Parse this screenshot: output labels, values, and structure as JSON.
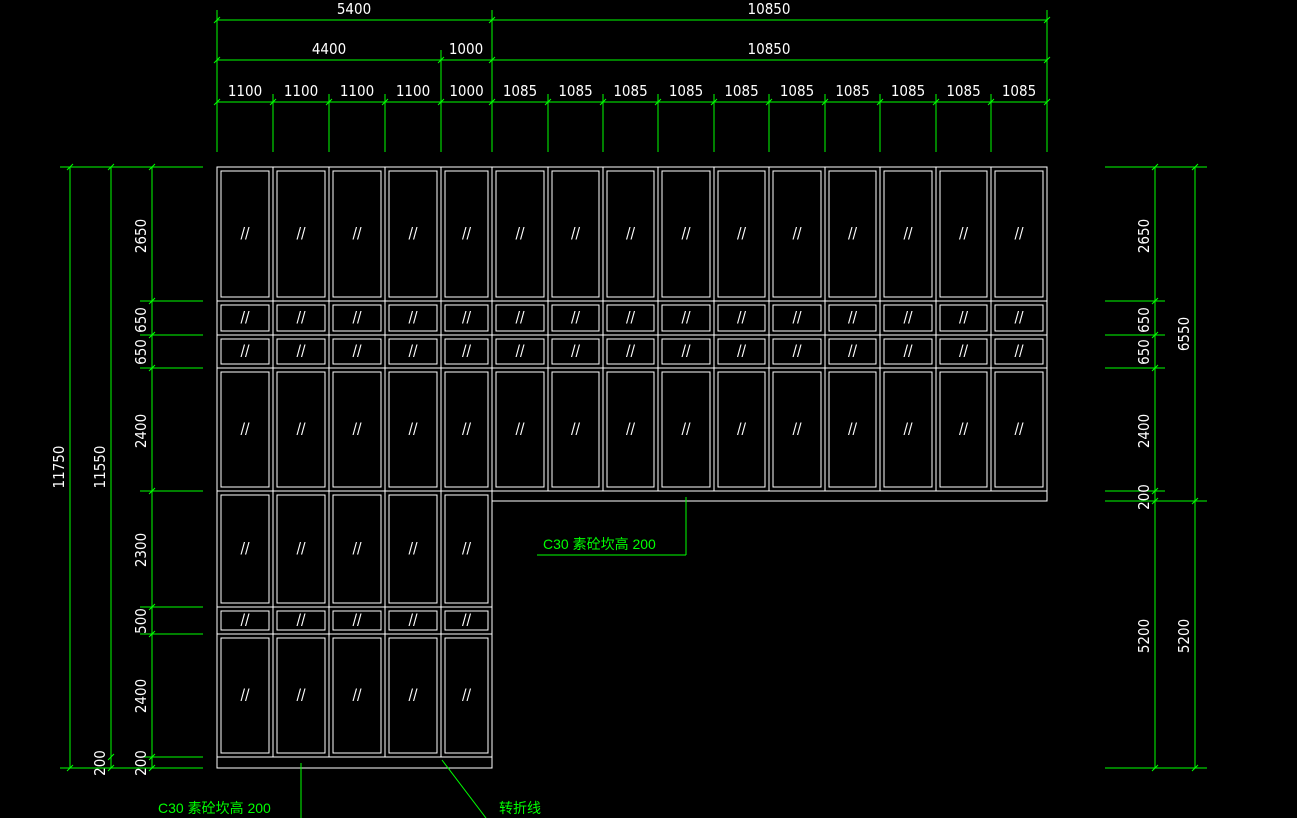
{
  "colors": {
    "background": "#000000",
    "dimension": "#00ff00",
    "panel": "#ffffff",
    "text": "#ffffff",
    "note": "#00ff00"
  },
  "top_dimensions": {
    "row1": [
      "5400",
      "10850"
    ],
    "row2": [
      "4400",
      "1000",
      "10850"
    ],
    "row3": [
      "1100",
      "1100",
      "1100",
      "1100",
      "1000",
      "1085",
      "1085",
      "1085",
      "1085",
      "1085",
      "1085",
      "1085",
      "1085",
      "1085",
      "1085"
    ]
  },
  "left_dimensions": {
    "overall": "11750",
    "inner": "11550",
    "segments": [
      "2650",
      "650",
      "650",
      "2400",
      "2300",
      "500",
      "2400",
      "200"
    ],
    "bottom": "200"
  },
  "right_dimensions": {
    "segments": [
      "2650",
      "650",
      "650",
      "2400",
      "200",
      "5200"
    ],
    "upper_total": "6550",
    "lower_total": "5200"
  },
  "annotations": {
    "raised_note_upper": "C30  素砼坎高 200",
    "raised_note_lower": "C30  素砼坎高 200",
    "fold_line": "转折线"
  },
  "panel_mark": "//"
}
